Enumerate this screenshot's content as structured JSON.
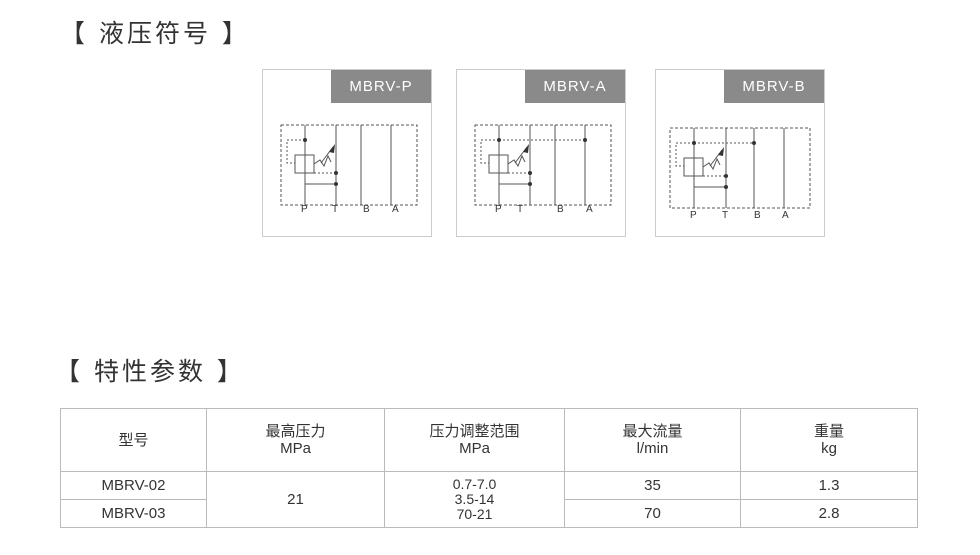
{
  "section1": {
    "title": "【 液压符号 】"
  },
  "symbols": [
    {
      "label": "MBRV-P",
      "ports": [
        "P",
        "T",
        "B",
        "A"
      ]
    },
    {
      "label": "MBRV-A",
      "ports": [
        "P",
        "T",
        "B",
        "A"
      ]
    },
    {
      "label": "MBRV-B",
      "ports": [
        "P",
        "T",
        "B",
        "A"
      ]
    }
  ],
  "section2": {
    "title": "【 特性参数 】"
  },
  "table": {
    "headers": [
      [
        "型号",
        ""
      ],
      [
        "最高压力",
        "MPa"
      ],
      [
        "压力调整范围",
        "MPa"
      ],
      [
        "最大流量",
        "l/min"
      ],
      [
        "重量",
        "kg"
      ]
    ],
    "rows": [
      {
        "model": "MBRV-02",
        "flow": "35",
        "weight": "1.3"
      },
      {
        "model": "MBRV-03",
        "flow": "70",
        "weight": "2.8"
      }
    ],
    "max_pressure": "21",
    "ranges": [
      "0.7-7.0",
      "3.5-14",
      "70-21"
    ]
  }
}
